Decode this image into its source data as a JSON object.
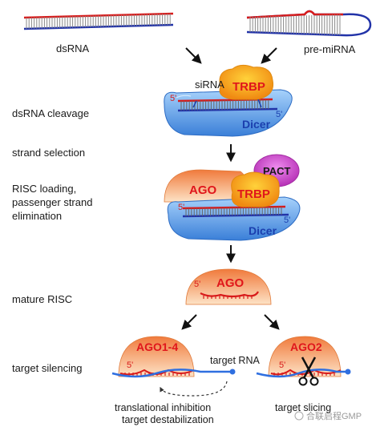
{
  "inputs": {
    "left": "dsRNA",
    "right": "pre-miRNA"
  },
  "steps": {
    "cleavage": "dsRNA cleavage",
    "selection": "strand selection",
    "loading_line1": "RISC loading,",
    "loading_line2": "passenger strand",
    "loading_line3": "elimination",
    "mature": "mature RISC",
    "silencing": "target silencing"
  },
  "proteins": {
    "sirna": "siRNA",
    "trbp": "TRBP",
    "dicer": "Dicer",
    "pact": "PACT",
    "ago": "AGO",
    "ago14": "AGO1-4",
    "ago2": "AGO2"
  },
  "labels": {
    "prime5": "5'",
    "target_rna": "target RNA"
  },
  "outcomes": {
    "left_line1": "translational inhibition",
    "left_line2": "target destabilization",
    "right": "target slicing"
  },
  "watermark": "合联启程GMP",
  "colors": {
    "rna_red": "#d81b1b",
    "rna_blue": "#2233a8",
    "dicer_blue": "#5aa0e6",
    "trbp_orange": "#f7a21b",
    "ago_orange": "#f2924e",
    "pact_magenta": "#cc44cc",
    "target_blue": "#2f6fe0"
  }
}
